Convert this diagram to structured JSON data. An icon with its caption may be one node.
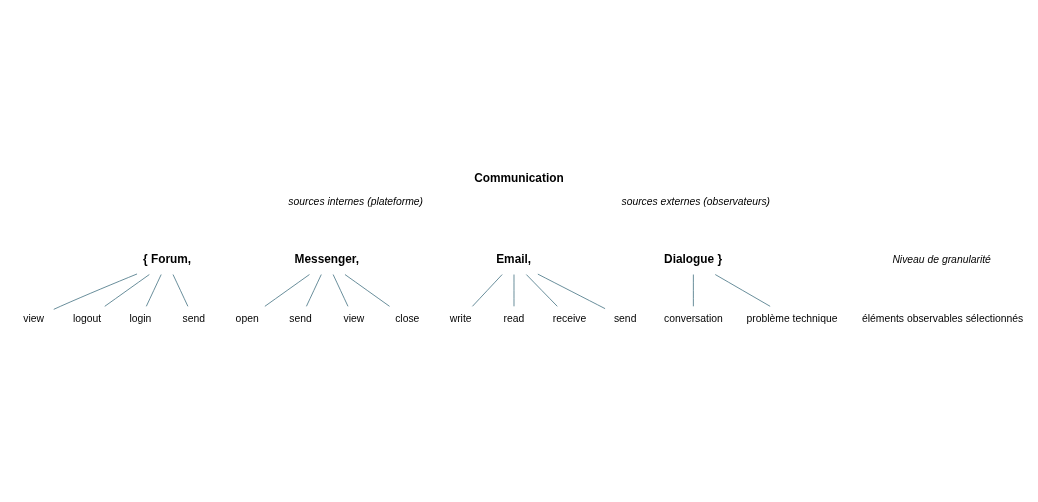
{
  "diagram": {
    "title": "Communication",
    "nodes": [
      {
        "text": [
          "{ Forum,"
        ]
      },
      {
        "text": [
          "Messenger,"
        ]
      },
      {
        "text": [
          "Email,"
        ]
      },
      {
        "text": [
          "Dialogue }"
        ]
      },
      {
        "text": [
          "login"
        ]
      },
      {
        "text": [
          "send"
        ]
      },
      {
        "text": [
          "view"
        ]
      },
      {
        "text": [
          "logout"
        ]
      },
      {
        "text": [
          "open"
        ]
      },
      {
        "text": [
          "send"
        ]
      },
      {
        "text": [
          "view"
        ]
      },
      {
        "text": [
          "close"
        ]
      },
      {
        "text": [
          "receive"
        ]
      },
      {
        "text": [
          "send"
        ]
      },
      {
        "text": [
          "write"
        ]
      },
      {
        "text": [
          "read"
        ]
      },
      {
        "text": [
          "conversation"
        ]
      },
      {
        "text": [
          "problème technique"
        ]
      }
    ],
    "edges": [
      {
        "from": 0,
        "to": 4,
        "arrow": "none"
      },
      {
        "from": 0,
        "to": 5,
        "arrow": "none"
      },
      {
        "from": 0,
        "to": 6,
        "arrow": "none"
      },
      {
        "from": 0,
        "to": 7,
        "arrow": "none"
      },
      {
        "from": 1,
        "to": 8,
        "arrow": "none"
      },
      {
        "from": 1,
        "to": 9,
        "arrow": "none"
      },
      {
        "from": 1,
        "to": 10,
        "arrow": "none"
      },
      {
        "from": 1,
        "to": 11,
        "arrow": "none"
      },
      {
        "from": 2,
        "to": 12,
        "arrow": "none"
      },
      {
        "from": 2,
        "to": 13,
        "arrow": "none"
      },
      {
        "from": 2,
        "to": 14,
        "arrow": "none"
      },
      {
        "from": 2,
        "to": 15,
        "arrow": "none"
      },
      {
        "from": 3,
        "to": 16,
        "arrow": "none"
      },
      {
        "from": 3,
        "to": 17,
        "arrow": "none"
      }
    ],
    "labels": [
      "sources internes (plateforme)",
      "sources externes (observateurs)",
      "Niveau de granularité",
      "éléments observables sélectionnés"
    ]
  }
}
